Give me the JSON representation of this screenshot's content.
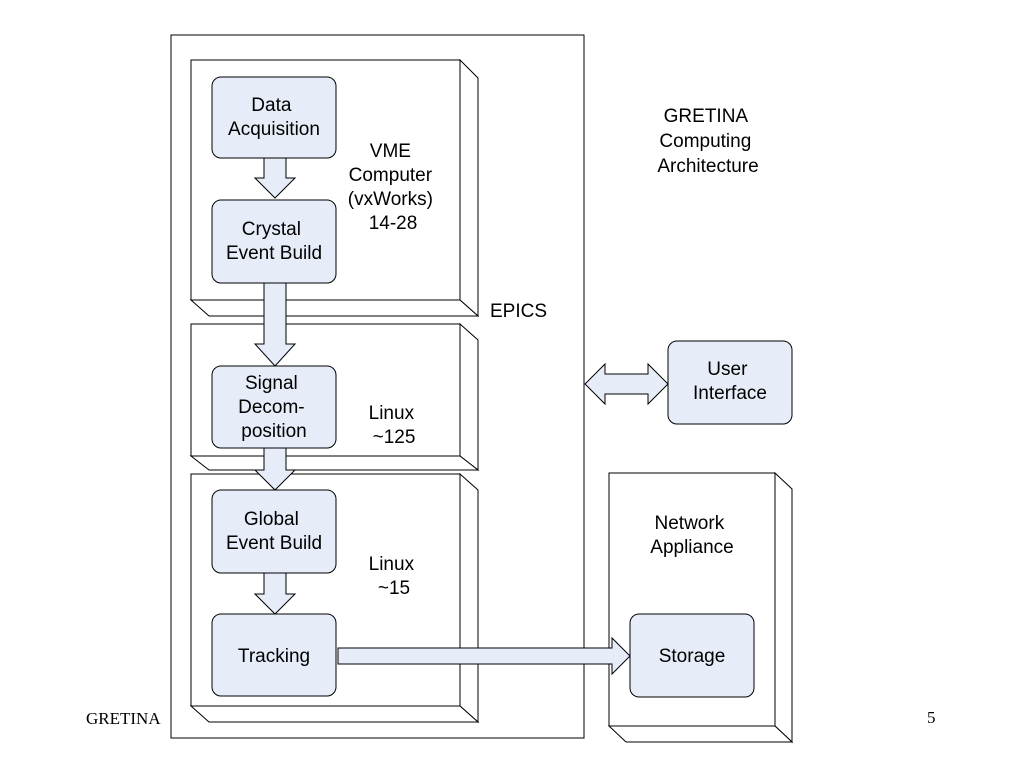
{
  "title": [
    "GRETINA",
    "Computing",
    "Architecture"
  ],
  "outer_label": "EPICS",
  "vme_label": [
    "VME",
    "Computer",
    "(vxWorks)",
    "14-28"
  ],
  "linux1_label": [
    "Linux",
    "~125"
  ],
  "linux2_label": [
    "Linux",
    "~15"
  ],
  "nodes": {
    "data_acquisition": [
      "Data",
      "Acquisition"
    ],
    "crystal_event_build": [
      "Crystal",
      "Event Build"
    ],
    "signal_decomposition": [
      "Signal",
      "Decom-",
      "position"
    ],
    "global_event_build": [
      "Global",
      "Event Build"
    ],
    "tracking": [
      "Tracking"
    ],
    "user_interface": [
      "User",
      "Interface"
    ],
    "storage": [
      "Storage"
    ]
  },
  "network_appliance_label": [
    "Network",
    "Appliance"
  ],
  "footer": {
    "left": "GRETINA",
    "page_number": "5"
  },
  "colors": {
    "node_fill": "#e6ecf8",
    "stroke": "#000000"
  }
}
